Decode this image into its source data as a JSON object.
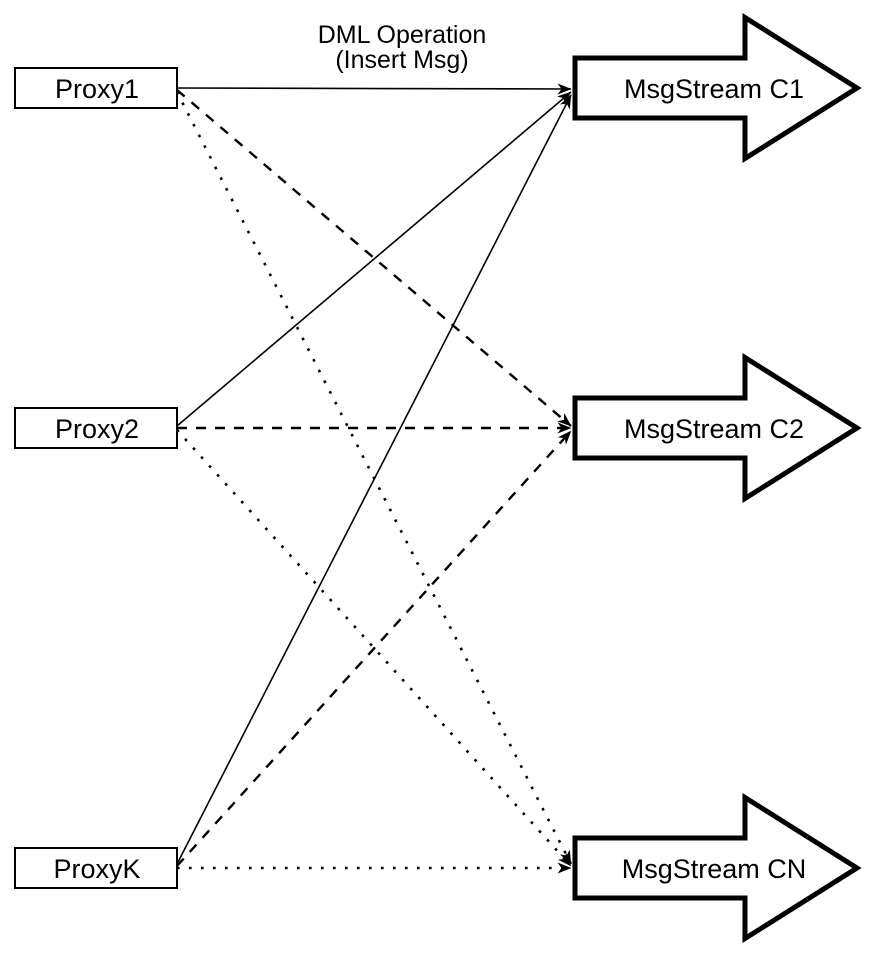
{
  "diagram": {
    "annotation": {
      "line1": "DML Operation",
      "line2": "(Insert Msg)"
    },
    "proxies": [
      {
        "id": "proxy1",
        "label": "Proxy1"
      },
      {
        "id": "proxy2",
        "label": "Proxy2"
      },
      {
        "id": "proxyk",
        "label": "ProxyK"
      }
    ],
    "streams": [
      {
        "id": "c1",
        "label": "MsgStream C1"
      },
      {
        "id": "c2",
        "label": "MsgStream C2"
      },
      {
        "id": "cn",
        "label": "MsgStream CN"
      }
    ],
    "connections": [
      {
        "from": "Proxy1",
        "to": "MsgStream C1",
        "line_style": "solid"
      },
      {
        "from": "Proxy1",
        "to": "MsgStream C2",
        "line_style": "dashed"
      },
      {
        "from": "Proxy1",
        "to": "MsgStream CN",
        "line_style": "dotted"
      },
      {
        "from": "Proxy2",
        "to": "MsgStream C1",
        "line_style": "solid"
      },
      {
        "from": "Proxy2",
        "to": "MsgStream C2",
        "line_style": "dashed"
      },
      {
        "from": "Proxy2",
        "to": "MsgStream CN",
        "line_style": "dotted"
      },
      {
        "from": "ProxyK",
        "to": "MsgStream C1",
        "line_style": "solid"
      },
      {
        "from": "ProxyK",
        "to": "MsgStream C2",
        "line_style": "dashed"
      },
      {
        "from": "ProxyK",
        "to": "MsgStream CN",
        "line_style": "dotted"
      }
    ],
    "colors": {
      "stroke": "#000000",
      "fill": "#ffffff"
    }
  }
}
